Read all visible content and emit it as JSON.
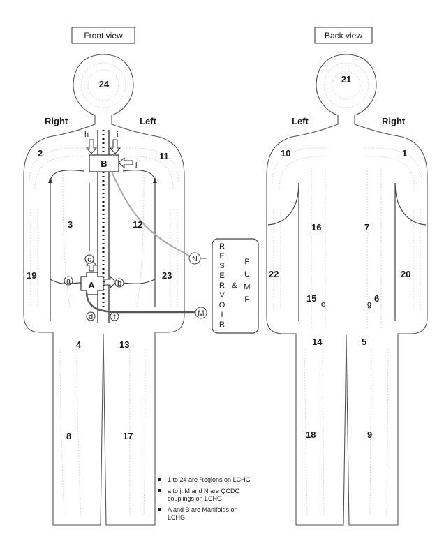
{
  "front_view": {
    "title": "Front view",
    "side_right": "Right",
    "side_left": "Left",
    "regions": {
      "r24": "24",
      "r2": "2",
      "r11": "11",
      "r3": "3",
      "r12": "12",
      "r19": "19",
      "r23": "23",
      "r4": "4",
      "r13": "13",
      "r8": "8",
      "r17": "17"
    },
    "manifolds": {
      "a": "A",
      "b": "B"
    },
    "couplings": {
      "h": "h",
      "i": "i",
      "j": "j",
      "c": "c",
      "a": "a",
      "b": "b",
      "d": "d",
      "f": "f",
      "N": "N",
      "M": "M"
    }
  },
  "reservoir": {
    "letters": [
      "R",
      "E",
      "S",
      "E",
      "R",
      "V",
      "O",
      "I",
      "R"
    ],
    "amp": "&",
    "pump_letters": [
      "P",
      "U",
      "M",
      "P"
    ]
  },
  "back_view": {
    "title": "Back view",
    "side_left": "Left",
    "side_right": "Right",
    "regions": {
      "r21": "21",
      "r10": "10",
      "r1": "1",
      "r16": "16",
      "r7": "7",
      "r22": "22",
      "r20": "20",
      "r15": "15",
      "r6": "6",
      "r14": "14",
      "r5": "5",
      "r18": "18",
      "r9": "9"
    },
    "couplings": {
      "e": "e",
      "g": "g"
    }
  },
  "legend": {
    "items": [
      "1 to 24 are Regions on LCHG",
      "a to j, M and N are QCDC couplings on LCHG",
      "A and B are Manifolds on LCHG"
    ]
  }
}
